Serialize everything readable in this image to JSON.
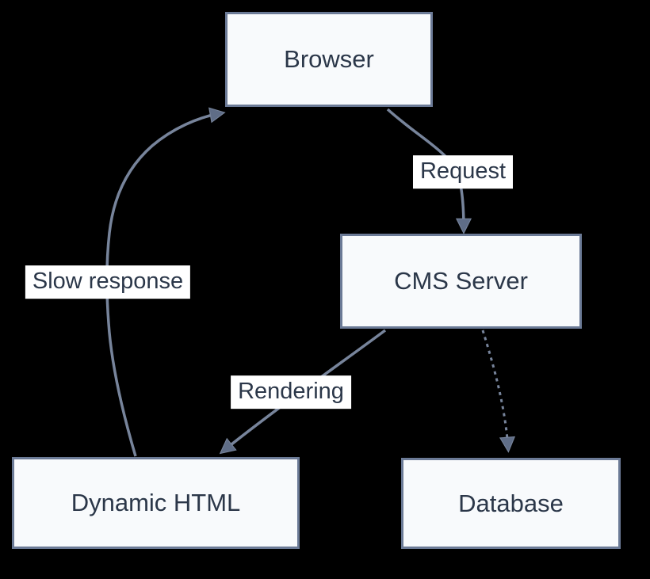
{
  "diagram": {
    "type": "flowchart",
    "direction": "top-down",
    "nodes": [
      {
        "id": "browser",
        "label": "Browser"
      },
      {
        "id": "cms-server",
        "label": "CMS Server"
      },
      {
        "id": "dynamic-html",
        "label": "Dynamic HTML"
      },
      {
        "id": "database",
        "label": "Database"
      }
    ],
    "edges": [
      {
        "from": "browser",
        "to": "cms-server",
        "label": "Request",
        "style": "solid",
        "arrow": "filled-triangle"
      },
      {
        "from": "cms-server",
        "to": "dynamic-html",
        "label": "Rendering",
        "style": "solid",
        "arrow": "filled-triangle"
      },
      {
        "from": "cms-server",
        "to": "database",
        "label": "",
        "style": "dotted",
        "arrow": "filled-triangle"
      },
      {
        "from": "dynamic-html",
        "to": "browser",
        "label": "Slow response",
        "style": "solid",
        "arrow": "filled-triangle"
      }
    ],
    "theme": {
      "background": "#000000",
      "node_fill": "#f8fafc",
      "node_border": "#6b7a96",
      "node_text": "#2b3749",
      "edge_color": "#77849b",
      "arrow_color": "#5f6d87",
      "label_bg": "#ffffff",
      "label_text": "#2b3749"
    }
  }
}
